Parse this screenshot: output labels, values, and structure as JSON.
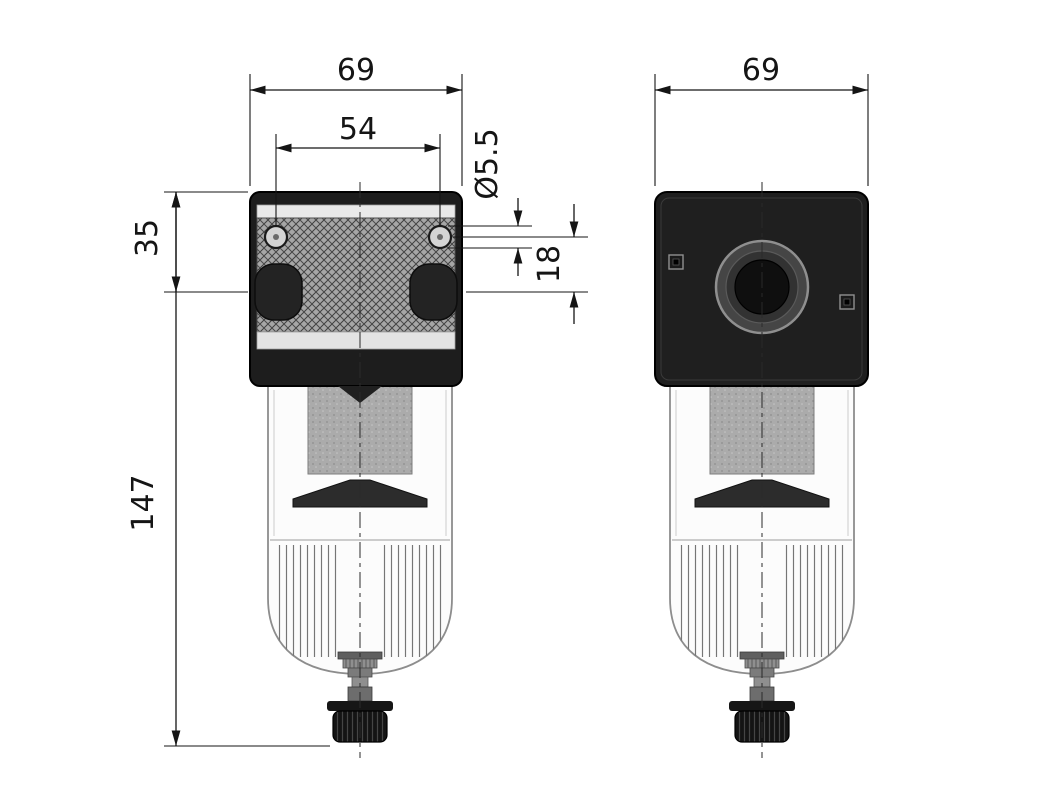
{
  "drawing": {
    "type": "technical-dimension-drawing",
    "subject": "pneumatic-filter-unit-two-views",
    "colors": {
      "line": "#1a1a1a",
      "body_dark": "#1d1d1d",
      "filter_gray": "#a9a9a9"
    },
    "front_view": {
      "dim_width": "69",
      "dim_hole_spacing": "54",
      "dim_hole_diameter": "Ø5.5",
      "dim_top_offset": "35",
      "dim_port_offset": "18",
      "dim_height": "147"
    },
    "side_view": {
      "dim_width": "69"
    }
  }
}
